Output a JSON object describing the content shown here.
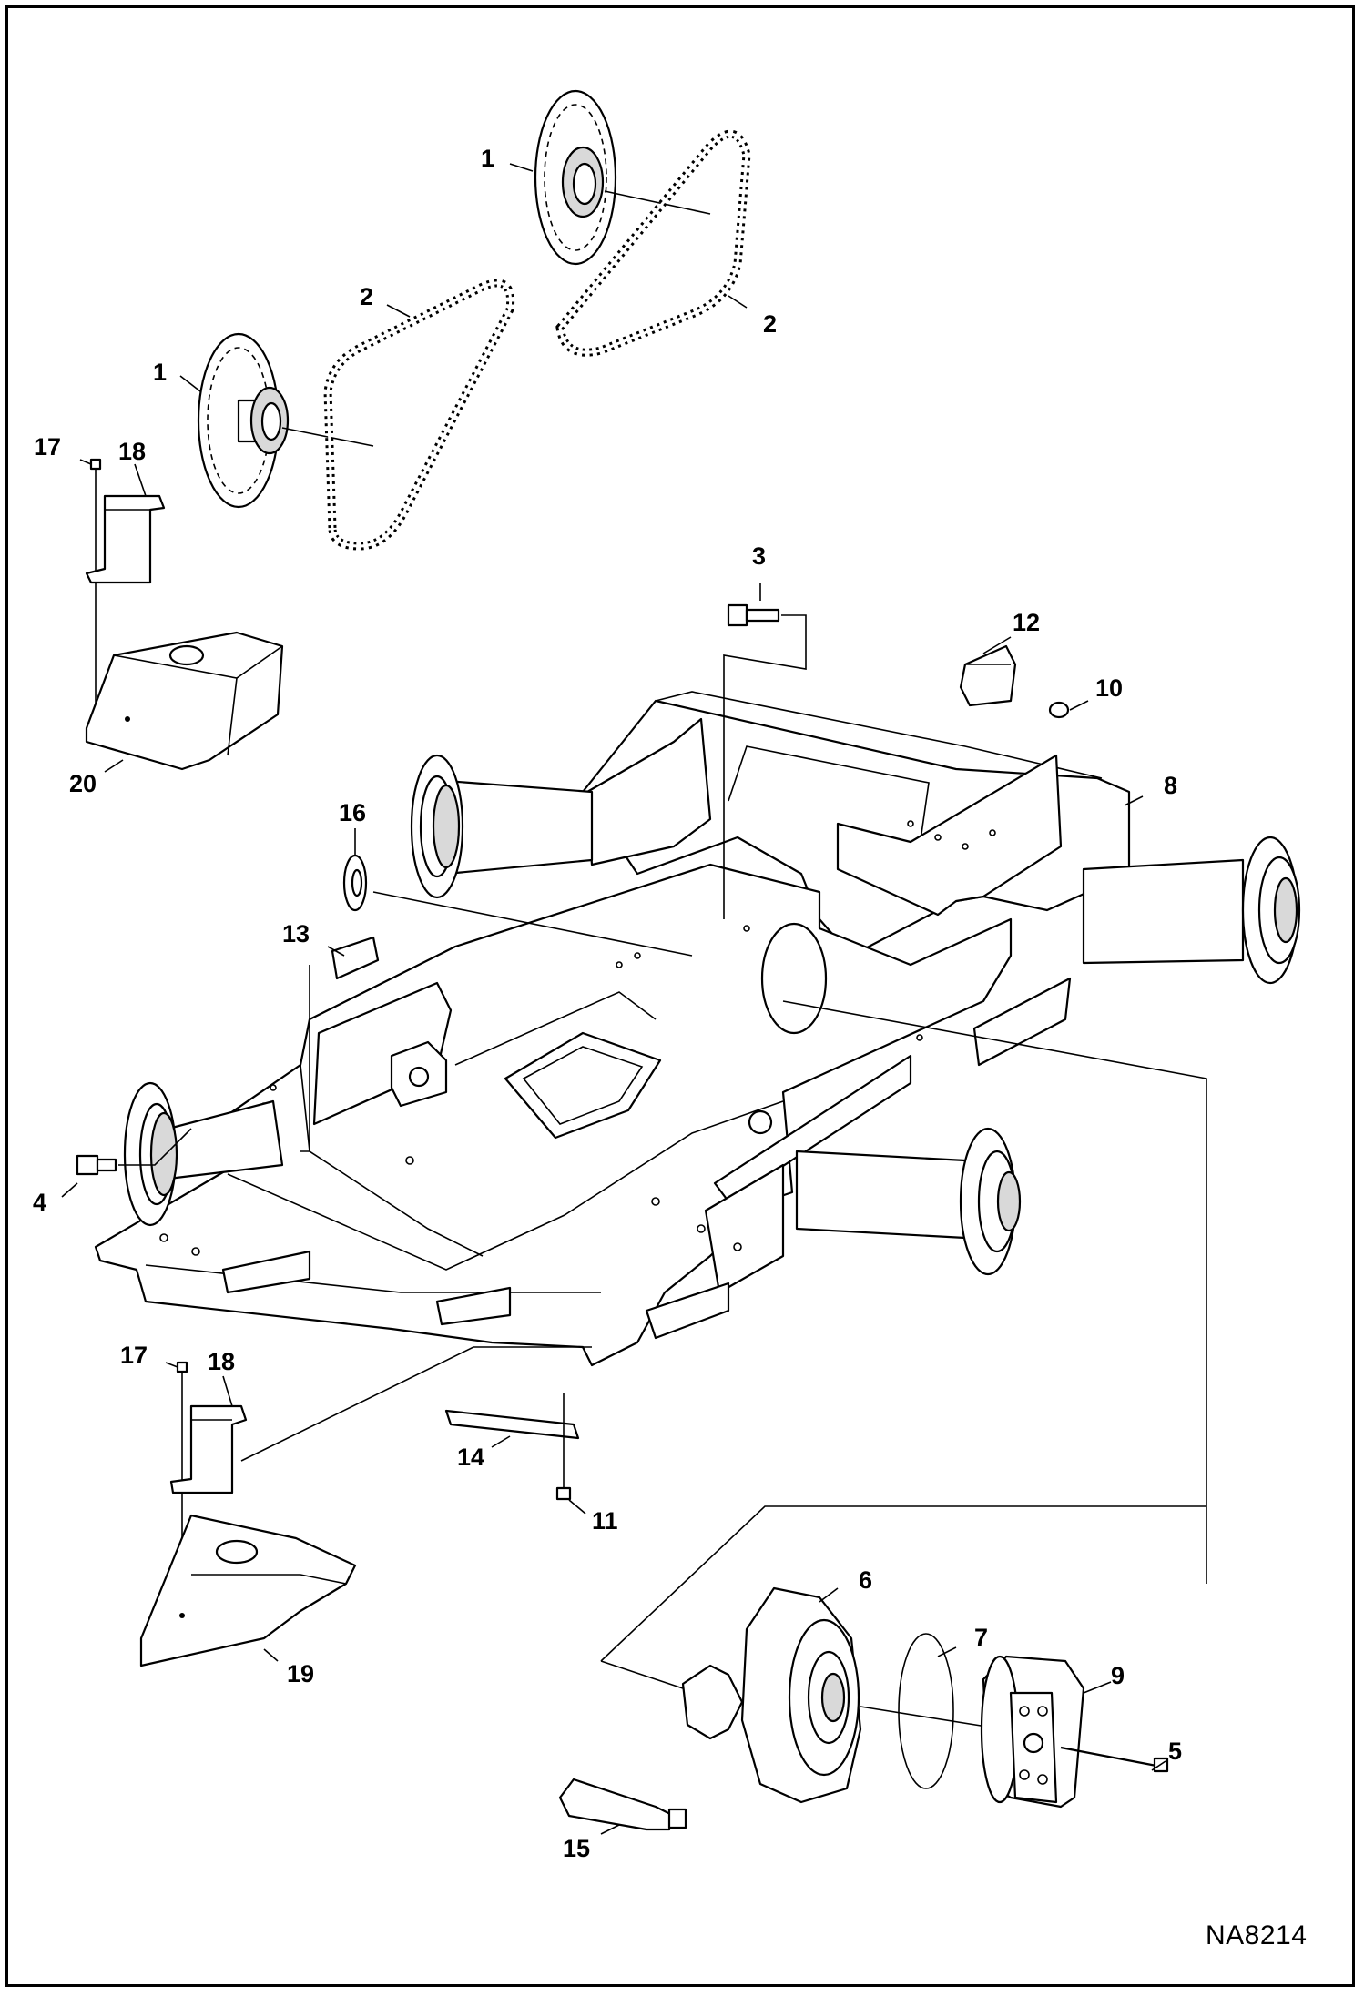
{
  "drawing_number": "NA8214",
  "callouts": [
    "1",
    "1",
    "2",
    "2",
    "3",
    "4",
    "5",
    "6",
    "7",
    "8",
    "9",
    "10",
    "11",
    "12",
    "13",
    "14",
    "15",
    "16",
    "17",
    "17",
    "18",
    "18",
    "19",
    "20"
  ],
  "colors": {
    "line": "#000000",
    "background": "#ffffff",
    "shade": "#d9d9d9"
  }
}
